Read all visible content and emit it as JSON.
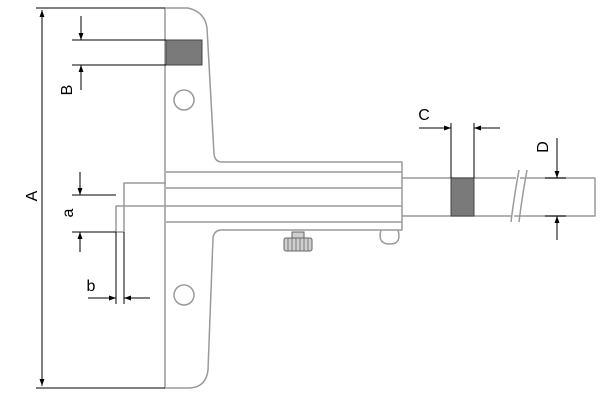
{
  "labels": {
    "A": "A",
    "B": "B",
    "C": "C",
    "D": "D",
    "a": "a",
    "b": "b"
  },
  "colors": {
    "body_outline": "#9a9a9a",
    "dimension_line": "#000000",
    "hatch_fill": "#7a7a7a",
    "knob_fill": "#cfcfcf",
    "background": "#ffffff"
  }
}
